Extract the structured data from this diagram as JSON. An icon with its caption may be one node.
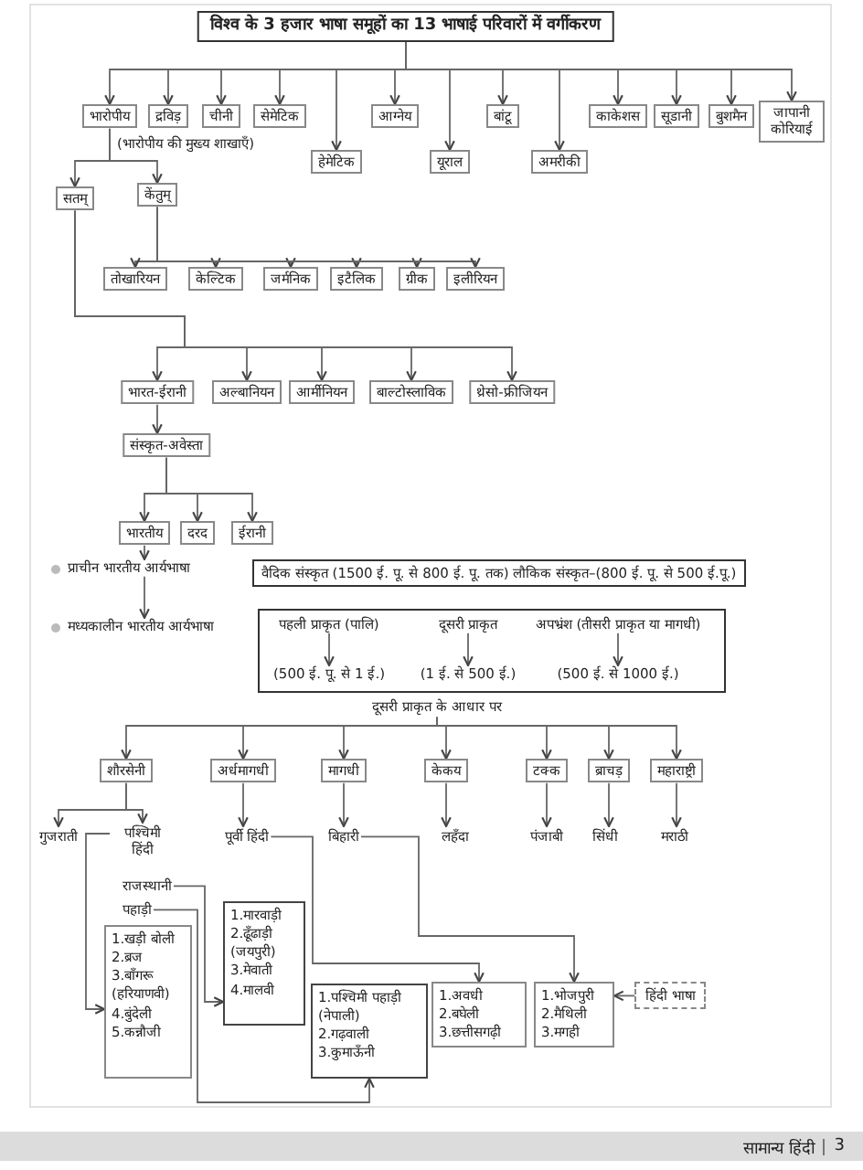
{
  "diagram": {
    "nodes": [
      {
        "text": [
          "विश्व के 3 हजार भाषा समूहों का 13 भाषाई परिवारों में वर्गीकरण"
        ]
      },
      {
        "text": [
          "भारोपीय"
        ]
      },
      {
        "text": [
          "द्रविड़"
        ]
      },
      {
        "text": [
          "चीनी"
        ]
      },
      {
        "text": [
          "सेमेटिक"
        ]
      },
      {
        "text": [
          "हेमेटिक"
        ]
      },
      {
        "text": [
          "आग्नेय"
        ]
      },
      {
        "text": [
          "यूराल"
        ]
      },
      {
        "text": [
          "बांटू"
        ]
      },
      {
        "text": [
          "अमरीकी"
        ]
      },
      {
        "text": [
          "काकेशस"
        ]
      },
      {
        "text": [
          "सूडानी"
        ]
      },
      {
        "text": [
          "बुशमैन"
        ]
      },
      {
        "text": [
          "जापानी कोरियाई"
        ]
      },
      {
        "text": [
          "सतम्"
        ]
      },
      {
        "text": [
          "केंतुम्"
        ]
      },
      {
        "text": [
          "तोखारियन"
        ]
      },
      {
        "text": [
          "केल्टिक"
        ]
      },
      {
        "text": [
          "जर्मनिक"
        ]
      },
      {
        "text": [
          "इटैलिक"
        ]
      },
      {
        "text": [
          "ग्रीक"
        ]
      },
      {
        "text": [
          "इलीरियन"
        ]
      },
      {
        "text": [
          "भारत-ईरानी"
        ]
      },
      {
        "text": [
          "अल्बानियन"
        ]
      },
      {
        "text": [
          "आर्मीनियन"
        ]
      },
      {
        "text": [
          "बाल्टोस्लाविक"
        ]
      },
      {
        "text": [
          "थ्रेसो-फ्रीजियन"
        ]
      },
      {
        "text": [
          "संस्कृत-अवेस्ता"
        ]
      },
      {
        "text": [
          "भारतीय"
        ]
      },
      {
        "text": [
          "दरद"
        ]
      },
      {
        "text": [
          "ईरानी"
        ]
      },
      {
        "text": [
          "प्राचीन भारतीय आर्यभाषा"
        ]
      },
      {
        "text": [
          "वैदिक संस्कृत (1500 ई. पू. से 800 ई. पू. तक) लौकिक संस्कृत–(800 ई. पू. से 500 ई.पू.)"
        ]
      },
      {
        "text": [
          "मध्यकालीन भारतीय आर्यभाषा"
        ]
      },
      {
        "text": [],
        "shape": "box"
      },
      {
        "text": [
          "पहली प्राकृत (पालि)"
        ],
        "in": 34
      },
      {
        "text": [
          "(500 ई. पू. से 1 ई.)"
        ],
        "in": 34
      },
      {
        "text": [
          "दूसरी प्राकृत"
        ],
        "in": 34
      },
      {
        "text": [
          "(1 ई. से 500 ई.)"
        ],
        "in": 34
      },
      {
        "text": [
          "अपभ्रंश (तीसरी प्राकृत या मागधी)"
        ],
        "in": 34
      },
      {
        "text": [
          "(500 ई. से 1000 ई.)"
        ],
        "in": 34
      },
      {
        "text": [
          "दूसरी प्राकृत के आधार पर"
        ]
      },
      {
        "text": [
          "शौरसेनी"
        ]
      },
      {
        "text": [
          "अर्धमागधी"
        ]
      },
      {
        "text": [
          "मागधी"
        ]
      },
      {
        "text": [
          "केकय"
        ]
      },
      {
        "text": [
          "टक्क"
        ]
      },
      {
        "text": [
          "ब्राचड़"
        ]
      },
      {
        "text": [
          "महाराष्ट्री"
        ]
      },
      {
        "text": [
          "गुजराती"
        ]
      },
      {
        "text": [
          "पश्चिमी हिंदी"
        ]
      },
      {
        "text": [
          "पूर्वी हिंदी"
        ]
      },
      {
        "text": [
          "बिहारी"
        ]
      },
      {
        "text": [
          "लहँदा"
        ]
      },
      {
        "text": [
          "पंजाबी"
        ]
      },
      {
        "text": [
          "सिंधी"
        ]
      },
      {
        "text": [
          "मराठी"
        ]
      },
      {
        "text": [
          "राजस्थानी"
        ]
      },
      {
        "text": [
          "पहाड़ी"
        ]
      },
      {
        "text": [
          "1.खड़ी बोली",
          "2.ब्रज",
          "3.बाँगरू (हरियाणवी)",
          "4.बुंदेली",
          "5.कन्नौजी"
        ]
      },
      {
        "text": [
          "1.मारवाड़ी",
          "2.ढूँढाड़ी (जयपुरी)",
          "3.मेवाती",
          "4.मालवी"
        ]
      },
      {
        "text": [
          "1.पश्चिमी पहाड़ी (नेपाली)",
          "2.गढ़वाली",
          "3.कुमाऊँनी"
        ]
      },
      {
        "text": [
          "1.अवधी",
          "2.बघेली",
          "3.छत्तीसगढ़ी"
        ]
      },
      {
        "text": [
          "1.भोजपुरी",
          "2.मैथिली",
          "3.मगही"
        ]
      },
      {
        "text": [
          "हिंदी भाषा"
        ]
      }
    ],
    "edges": [
      {
        "from": 0,
        "to": 1,
        "arrow": "to"
      },
      {
        "from": 0,
        "to": 2,
        "arrow": "to"
      },
      {
        "from": 0,
        "to": 3,
        "arrow": "to"
      },
      {
        "from": 0,
        "to": 4,
        "arrow": "to"
      },
      {
        "from": 0,
        "to": 5,
        "arrow": "to"
      },
      {
        "from": 0,
        "to": 6,
        "arrow": "to"
      },
      {
        "from": 0,
        "to": 7,
        "arrow": "to"
      },
      {
        "from": 0,
        "to": 8,
        "arrow": "to"
      },
      {
        "from": 0,
        "to": 9,
        "arrow": "to"
      },
      {
        "from": 0,
        "to": 10,
        "arrow": "to"
      },
      {
        "from": 0,
        "to": 11,
        "arrow": "to"
      },
      {
        "from": 0,
        "to": 12,
        "arrow": "to"
      },
      {
        "from": 0,
        "to": 13,
        "arrow": "to"
      },
      {
        "from": 1,
        "to": 14,
        "arrow": "to"
      },
      {
        "from": 1,
        "to": 15,
        "arrow": "to"
      },
      {
        "from": 15,
        "to": 16,
        "arrow": "to"
      },
      {
        "from": 15,
        "to": 17,
        "arrow": "to"
      },
      {
        "from": 15,
        "to": 18,
        "arrow": "to"
      },
      {
        "from": 15,
        "to": 19,
        "arrow": "to"
      },
      {
        "from": 15,
        "to": 20,
        "arrow": "to"
      },
      {
        "from": 15,
        "to": 21,
        "arrow": "to"
      },
      {
        "from": 14,
        "to": 22,
        "arrow": "to"
      },
      {
        "from": 14,
        "to": 23,
        "arrow": "to"
      },
      {
        "from": 14,
        "to": 24,
        "arrow": "to"
      },
      {
        "from": 14,
        "to": 25,
        "arrow": "to"
      },
      {
        "from": 14,
        "to": 26,
        "arrow": "to"
      },
      {
        "from": 22,
        "to": 27,
        "arrow": "to"
      },
      {
        "from": 27,
        "to": 28,
        "arrow": "to"
      },
      {
        "from": 27,
        "to": 29,
        "arrow": "to"
      },
      {
        "from": 27,
        "to": 30,
        "arrow": "to"
      },
      {
        "from": 28,
        "to": 31,
        "arrow": "to"
      },
      {
        "from": 31,
        "to": 33,
        "arrow": "to"
      },
      {
        "from": 35,
        "to": 36,
        "arrow": "to"
      },
      {
        "from": 37,
        "to": 38,
        "arrow": "to"
      },
      {
        "from": 39,
        "to": 40,
        "arrow": "to"
      },
      {
        "from": 41,
        "to": 42,
        "arrow": "to"
      },
      {
        "from": 41,
        "to": 43,
        "arrow": "to"
      },
      {
        "from": 41,
        "to": 44,
        "arrow": "to"
      },
      {
        "from": 41,
        "to": 45,
        "arrow": "to"
      },
      {
        "from": 41,
        "to": 46,
        "arrow": "to"
      },
      {
        "from": 41,
        "to": 47,
        "arrow": "to"
      },
      {
        "from": 41,
        "to": 48,
        "arrow": "to"
      },
      {
        "from": 42,
        "to": 49,
        "arrow": "to"
      },
      {
        "from": 42,
        "to": 50,
        "arrow": "to"
      },
      {
        "from": 43,
        "to": 51,
        "arrow": "to"
      },
      {
        "from": 44,
        "to": 52,
        "arrow": "to"
      },
      {
        "from": 45,
        "to": 53,
        "arrow": "to"
      },
      {
        "from": 46,
        "to": 54,
        "arrow": "to"
      },
      {
        "from": 47,
        "to": 55,
        "arrow": "to"
      },
      {
        "from": 48,
        "to": 56,
        "arrow": "to"
      },
      {
        "from": 50,
        "to": 59,
        "arrow": "to"
      },
      {
        "from": 57,
        "to": 60,
        "arrow": "to"
      },
      {
        "from": 58,
        "to": 61,
        "arrow": "to"
      },
      {
        "from": 51,
        "to": 62,
        "arrow": "to"
      },
      {
        "from": 52,
        "to": 63,
        "arrow": "to"
      },
      {
        "from": 64,
        "to": 63,
        "arrow": "to"
      }
    ],
    "labels": [
      "(भारोपीय की मुख्य शाखाएँ)",
      "सामान्य हिंदी",
      "3"
    ]
  }
}
